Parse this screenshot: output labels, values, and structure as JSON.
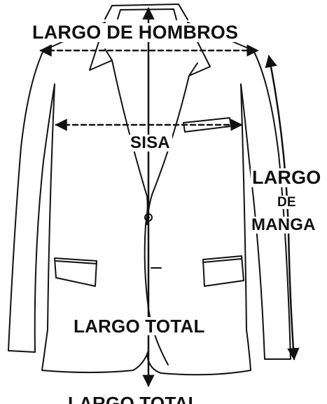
{
  "labels": {
    "shoulder_width": "LARGO DE HOMBROS",
    "armhole": "SISA",
    "sleeve_length_line1": "LARGO",
    "sleeve_length_line2": "DE",
    "sleeve_length_line3": "MANGA",
    "total_length": "LARGO TOTAL",
    "total_length_bottom": "LARGO TOTAL"
  },
  "colors": {
    "line": "#111111",
    "background": "#ffffff"
  },
  "icons": {
    "garment": "blazer-jacket-outline",
    "measure_arrows": "double-headed-dashed-arrow"
  }
}
